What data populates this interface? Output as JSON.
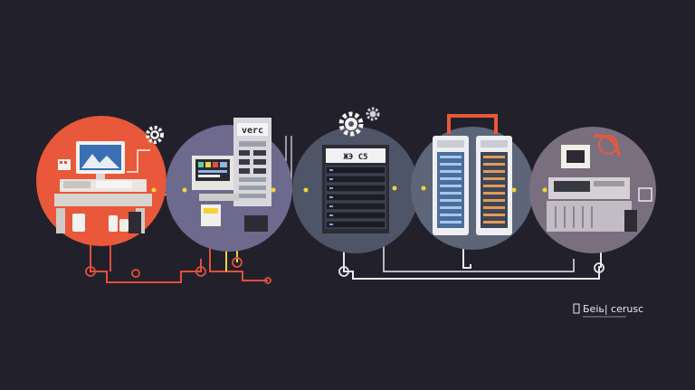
{
  "colors": {
    "background": "#22212b",
    "circle_orange": "#e9583a",
    "circle_lavender": "#6e6a8e",
    "circle_slate": "#4d5566",
    "circle_steel": "#5d6578",
    "circle_mauve": "#7a6f7e",
    "accent_yellow": "#f2d43a",
    "accent_red": "#e0503a",
    "line_white": "#e9e9ef"
  },
  "icons": [
    "gear-icon",
    "monitor-icon",
    "server-rack-icon",
    "fridge-server-icon",
    "lab-machine-icon",
    "connector-node-icon"
  ],
  "labels": {
    "tower_sign": "verc",
    "rack_panel": "ЖЭ  С5",
    "corner_logo": "Бeiь| cerusc"
  }
}
